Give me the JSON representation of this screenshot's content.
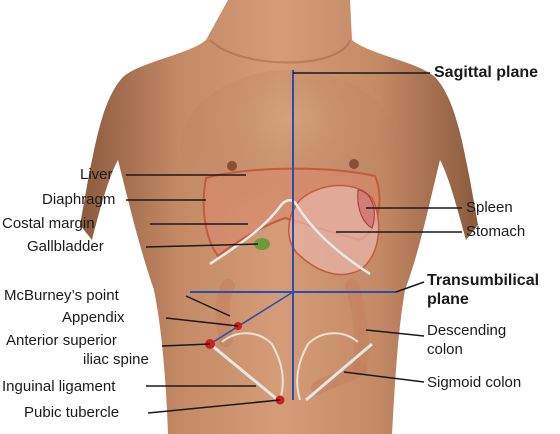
{
  "labels": {
    "sagittal": "Sagittal plane",
    "liver": "Liver",
    "diaphragm": "Diaphragm",
    "costal_margin": "Costal margin",
    "gallbladder": "Gallbladder",
    "spleen": "Spleen",
    "stomach": "Stomach",
    "transumbilical_1": "Transumbilical",
    "transumbilical_2": "plane",
    "mcburney": "McBurney’s point",
    "appendix": "Appendix",
    "asis_1": "Anterior superior",
    "asis_2": "iliac spine",
    "descending_1": "Descending",
    "descending_2": "colon",
    "inguinal": "Inguinal ligament",
    "sigmoid": "Sigmoid colon",
    "pubic": "Pubic tubercle"
  },
  "colors": {
    "skin": "#c9916f",
    "skin_shadow": "#9a6448",
    "liver": "#d9876b",
    "organ_outline": "#c55a3c",
    "stomach": "#e6b3a6",
    "colon": "#d39a7c",
    "plane_line": "#2a4fa8",
    "marker": "#c8201c",
    "leader": "#1a1a1a"
  }
}
